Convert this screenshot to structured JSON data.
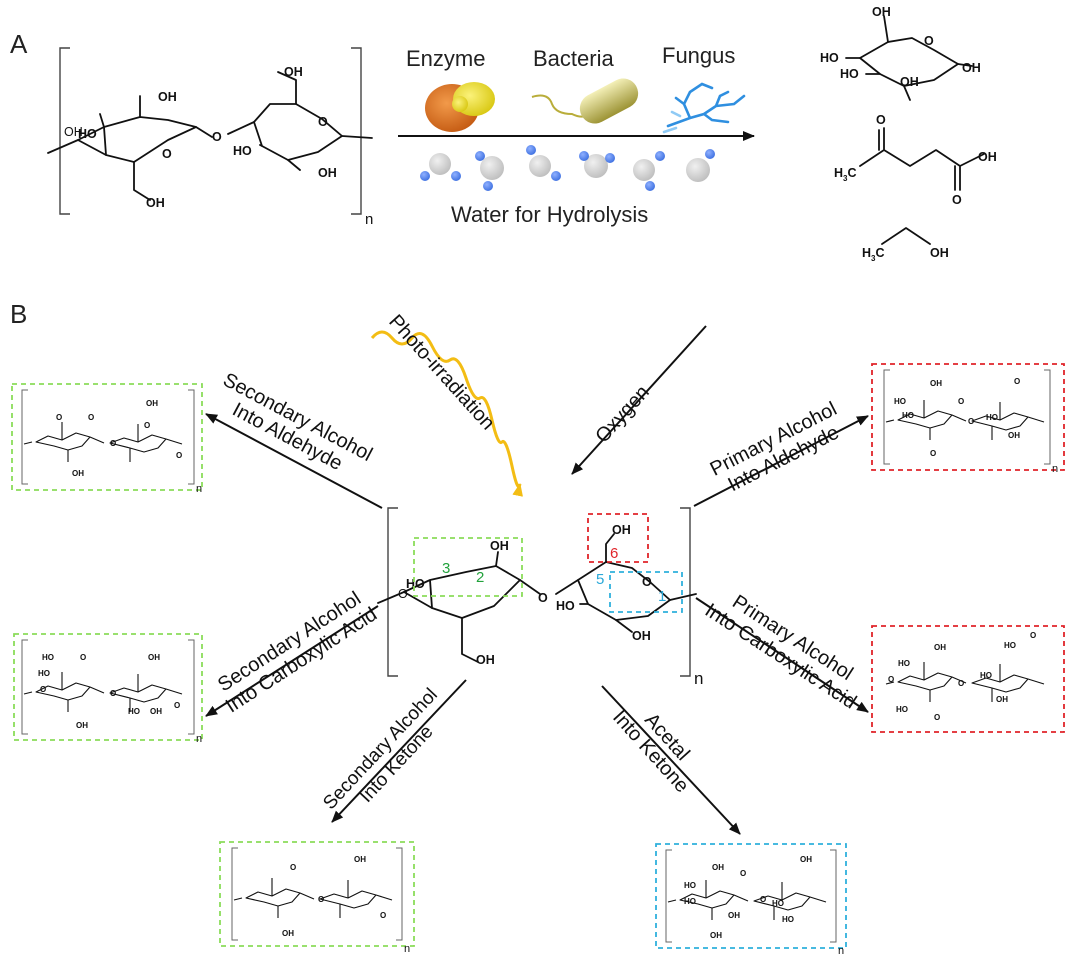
{
  "panels": {
    "a_label": "A",
    "b_label": "B"
  },
  "panel_a": {
    "agent_labels": [
      "Enzyme",
      "Bacteria",
      "Fungus"
    ],
    "hydrolysis_label": "Water for Hydrolysis",
    "polymer_n": "n",
    "cellobiose_groups": [
      "OH",
      "HO",
      "O",
      "O",
      "OH",
      "OH",
      "HO",
      "O",
      "OH",
      "OH"
    ],
    "glucose_groups": [
      "OH",
      "O",
      "HO",
      "HO",
      "OH",
      "OH"
    ],
    "levulinic_groups": [
      "O",
      "H",
      "3",
      "C",
      "OH",
      "O"
    ],
    "ethanol_groups": [
      "H",
      "3",
      "C",
      "OH"
    ]
  },
  "panel_b": {
    "inputs": [
      "Photo-irradiation",
      "Oxygen"
    ],
    "center_groups": [
      "OH",
      "HO",
      "O",
      "O",
      "OH",
      "HO",
      "O",
      "OH",
      "OH"
    ],
    "carbon_numbers": [
      "1",
      "2",
      "3",
      "5",
      "6"
    ],
    "center_n": "n",
    "arrows": [
      {
        "line1": "Secondary Alcohol",
        "line2": "Into Aldehyde"
      },
      {
        "line1": "Secondary Alcohol",
        "line2": "Into Carboxylic Acid"
      },
      {
        "line1": "Secondary Alcohol",
        "line2": "Into Ketone"
      },
      {
        "line1": "Acetal",
        "line2": "Into Ketone"
      },
      {
        "line1": "Primary Alcohol",
        "line2": "Into Aldehyde"
      },
      {
        "line1": "Primary Alcohol",
        "line2": "Into Carboxylic Acid"
      }
    ],
    "product_n": "n",
    "product_groups": {
      "secondary_aldehyde": [
        "OH",
        "O",
        "O",
        "O",
        "O",
        "O",
        "OH"
      ],
      "secondary_carboxylic": [
        "HO",
        "O",
        "HO",
        "O",
        "O",
        "OH",
        "HO",
        "OH",
        "O",
        "OH"
      ],
      "secondary_ketone": [
        "O",
        "OH",
        "O",
        "O",
        "OH"
      ],
      "acetal_ketone": [
        "OH",
        "HO",
        "HO",
        "OH",
        "O",
        "O",
        "HO",
        "OH",
        "HO",
        "OH"
      ],
      "primary_aldehyde": [
        "OH",
        "O",
        "HO",
        "HO",
        "O",
        "O",
        "HO",
        "OH",
        "O"
      ],
      "primary_carboxylic": [
        "OH",
        "HO",
        "O",
        "O",
        "HO",
        "HO",
        "OH",
        "O",
        "HO",
        "O"
      ]
    }
  },
  "colors": {
    "green_box": "#8bdc5a",
    "red_box": "#e0242a",
    "blue_box": "#2fb0dc",
    "photo_wave": "#f3bd14",
    "water_blue": "#4f7ee8",
    "water_grey": "#cfcfcf",
    "number_green": "#22a23c",
    "number_red": "#e0242a",
    "number_blue": "#2aa8d8"
  },
  "icons": [
    "enzyme-icon",
    "bacteria-icon",
    "fungus-icon",
    "water-molecule-icon"
  ]
}
